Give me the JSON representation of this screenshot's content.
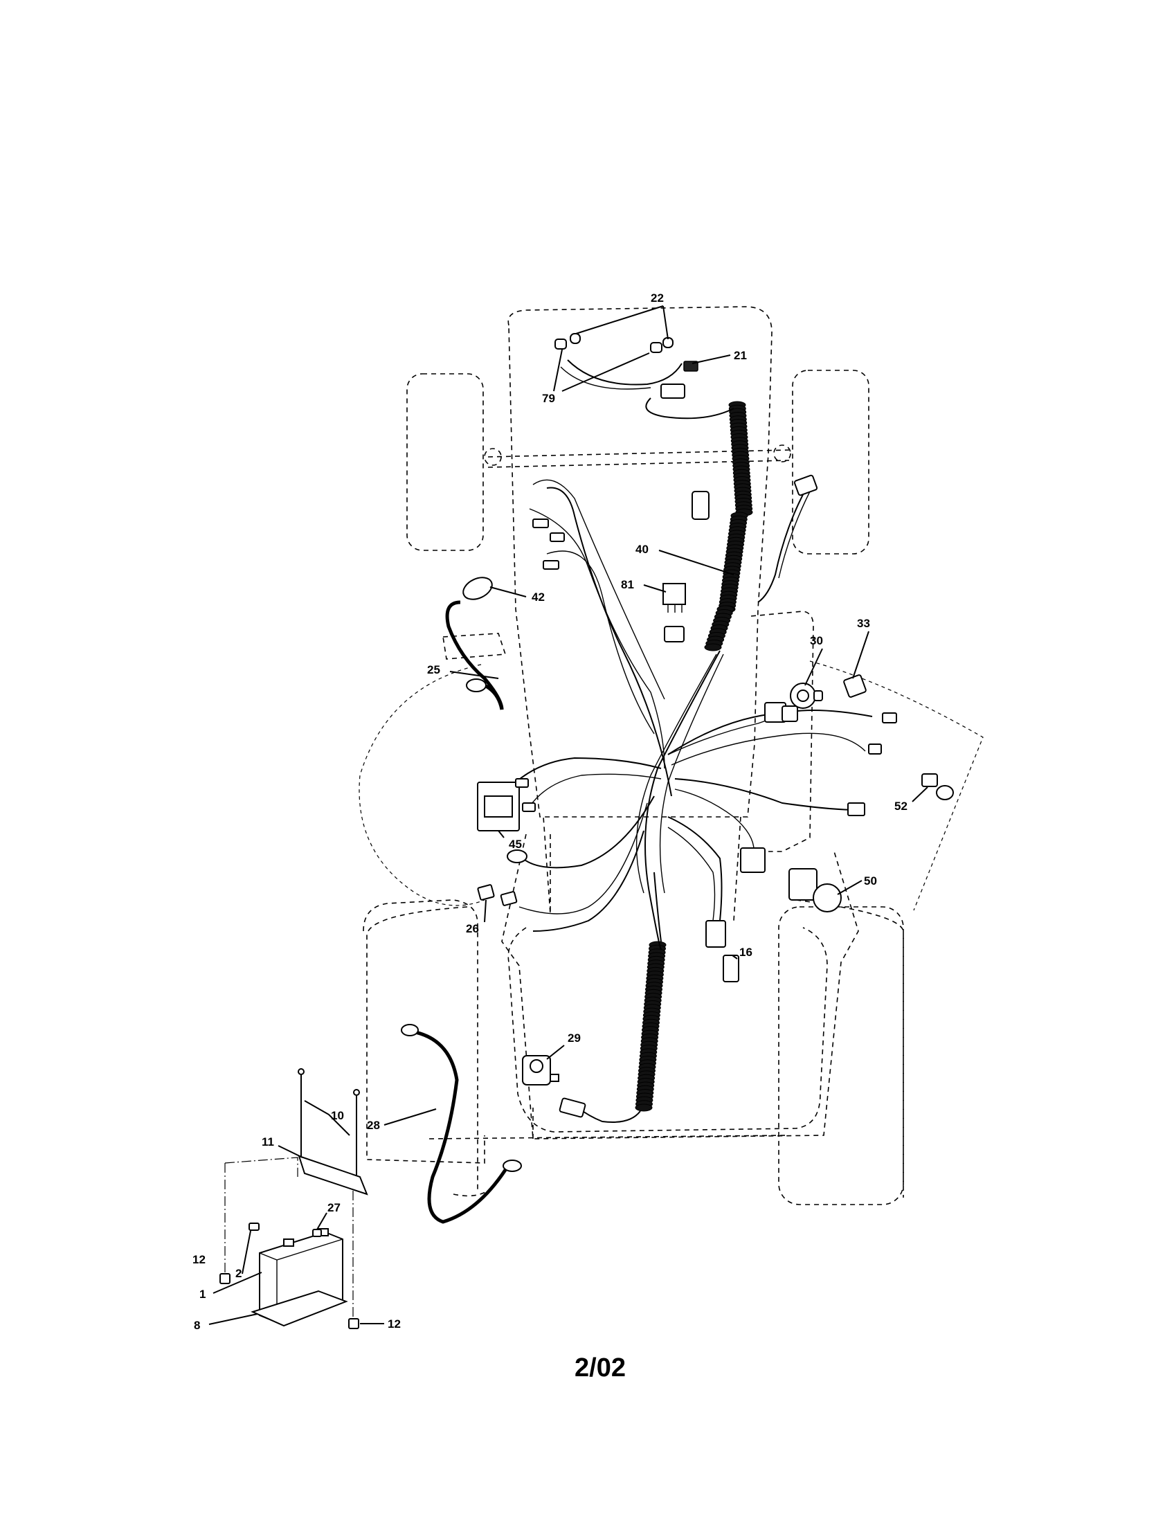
{
  "callouts": [
    {
      "id": "c22",
      "label": "22"
    },
    {
      "id": "c21",
      "label": "21"
    },
    {
      "id": "c79",
      "label": "79"
    },
    {
      "id": "c40",
      "label": "40"
    },
    {
      "id": "c81",
      "label": "81"
    },
    {
      "id": "c42",
      "label": "42"
    },
    {
      "id": "c33",
      "label": "33"
    },
    {
      "id": "c30",
      "label": "30"
    },
    {
      "id": "c25",
      "label": "25"
    },
    {
      "id": "c52",
      "label": "52"
    },
    {
      "id": "c45",
      "label": "45"
    },
    {
      "id": "c50",
      "label": "50"
    },
    {
      "id": "c26",
      "label": "26"
    },
    {
      "id": "c16",
      "label": "16"
    },
    {
      "id": "c29",
      "label": "29"
    },
    {
      "id": "c10",
      "label": "10"
    },
    {
      "id": "c11",
      "label": "11"
    },
    {
      "id": "c28",
      "label": "28"
    },
    {
      "id": "c27",
      "label": "27"
    },
    {
      "id": "c12a",
      "label": "12"
    },
    {
      "id": "c2",
      "label": "2"
    },
    {
      "id": "c1",
      "label": "1"
    },
    {
      "id": "c8",
      "label": "8"
    },
    {
      "id": "c12b",
      "label": "12"
    }
  ],
  "footer": {
    "date_code": "2/02"
  }
}
